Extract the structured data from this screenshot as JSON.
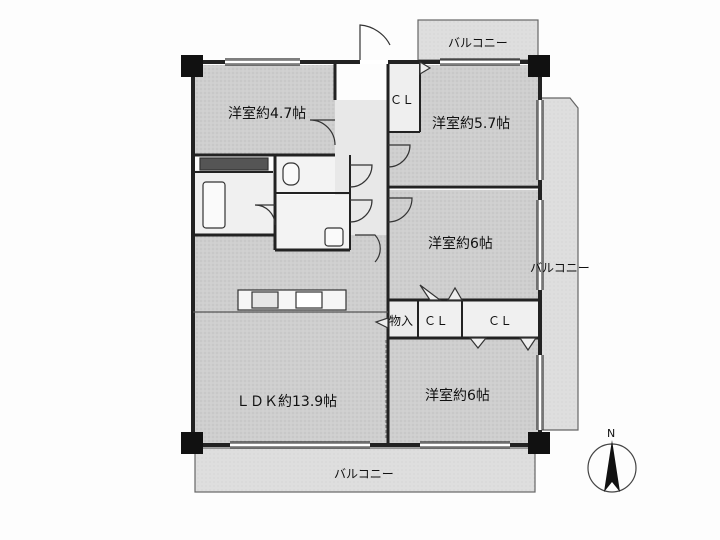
{
  "floor_plan": {
    "rooms": {
      "bedroom_nw": "洋室約4.7帖",
      "bedroom_ne": "洋室約5.7帖",
      "bedroom_mid": "洋室約6帖",
      "bedroom_se": "洋室約6帖",
      "ldk": "ＬＤＫ約13.9帖"
    },
    "closets": {
      "cl_top": "ＣＬ",
      "cl_mid": "ＣＬ",
      "cl_right": "ＣＬ",
      "storage": "物入"
    },
    "balconies": {
      "top": "バルコニー",
      "right": "バルコニー",
      "bottom": "バルコニー"
    },
    "compass": {
      "north": "N"
    }
  }
}
